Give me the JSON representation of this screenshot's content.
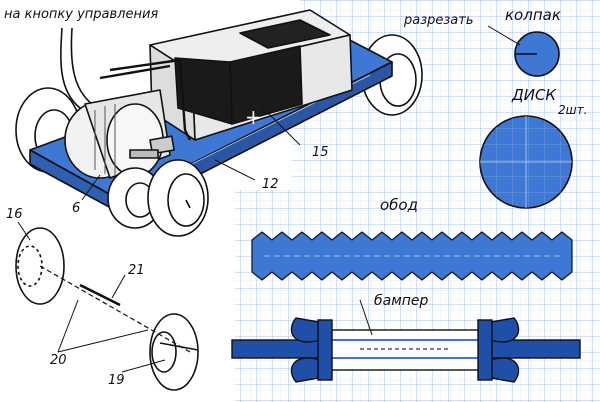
{
  "labels": {
    "control_button": "на кнопку управления",
    "cut": "разрезать",
    "cap": "колпак",
    "disk": "ДИСК",
    "disk_qty": "2шт.",
    "rim": "обод",
    "bumper": "бампер"
  },
  "numbers": {
    "n6": "6",
    "n12": "12",
    "n15": "15",
    "n16": "16",
    "n19": "19",
    "n20": "20",
    "n21": "21"
  },
  "colors": {
    "blue": "#3f78d4",
    "grid": "#8fb4e6",
    "ink": "#111111"
  }
}
